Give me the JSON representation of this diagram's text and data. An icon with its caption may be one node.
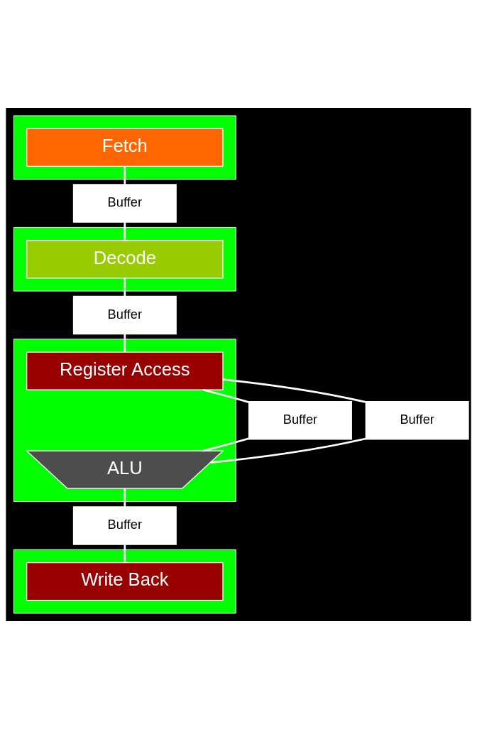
{
  "diagram": {
    "nodes": [
      {
        "text": [],
        "shape": "box"
      },
      {
        "text": [
          "Fetch"
        ],
        "in": 0
      },
      {
        "text": [
          "Buffer"
        ]
      },
      {
        "text": [],
        "shape": "box"
      },
      {
        "text": [
          "Decode"
        ],
        "in": 3
      },
      {
        "text": [
          "Buffer"
        ]
      },
      {
        "text": [],
        "shape": "box"
      },
      {
        "text": [
          "Register Access"
        ],
        "in": 6
      },
      {
        "text": [
          "Buffer"
        ]
      },
      {
        "text": [
          "Buffer"
        ]
      },
      {
        "text": [
          "ALU"
        ],
        "in": 6
      },
      {
        "text": [
          "Buffer"
        ]
      },
      {
        "text": [],
        "shape": "box"
      },
      {
        "text": [
          "Write Back"
        ],
        "in": 12
      }
    ],
    "edges": [
      {
        "from": 1,
        "to": 2,
        "arrow": "none"
      },
      {
        "from": 2,
        "to": 4,
        "arrow": "none"
      },
      {
        "from": 4,
        "to": 5,
        "arrow": "none"
      },
      {
        "from": 5,
        "to": 7,
        "arrow": "none"
      },
      {
        "from": 7,
        "to": 8,
        "arrow": "none"
      },
      {
        "from": 7,
        "to": 9,
        "arrow": "none"
      },
      {
        "from": 8,
        "to": 10,
        "arrow": "none"
      },
      {
        "from": 9,
        "to": 10,
        "arrow": "none"
      },
      {
        "from": 10,
        "to": 11,
        "arrow": "none"
      },
      {
        "from": 11,
        "to": 13,
        "arrow": "none"
      }
    ]
  }
}
